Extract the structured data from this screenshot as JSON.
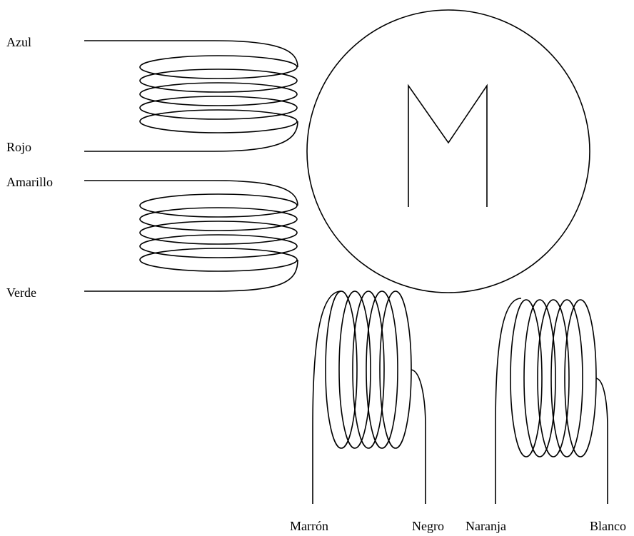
{
  "labels": {
    "azul": "Azul",
    "rojo": "Rojo",
    "amarillo": "Amarillo",
    "verde": "Verde",
    "marron": "Marrón",
    "negro": "Negro",
    "naranja": "Naranja",
    "blanco": "Blanco"
  },
  "motor_letter": "M",
  "colors": {
    "stroke": "#000000",
    "background": "#ffffff"
  }
}
